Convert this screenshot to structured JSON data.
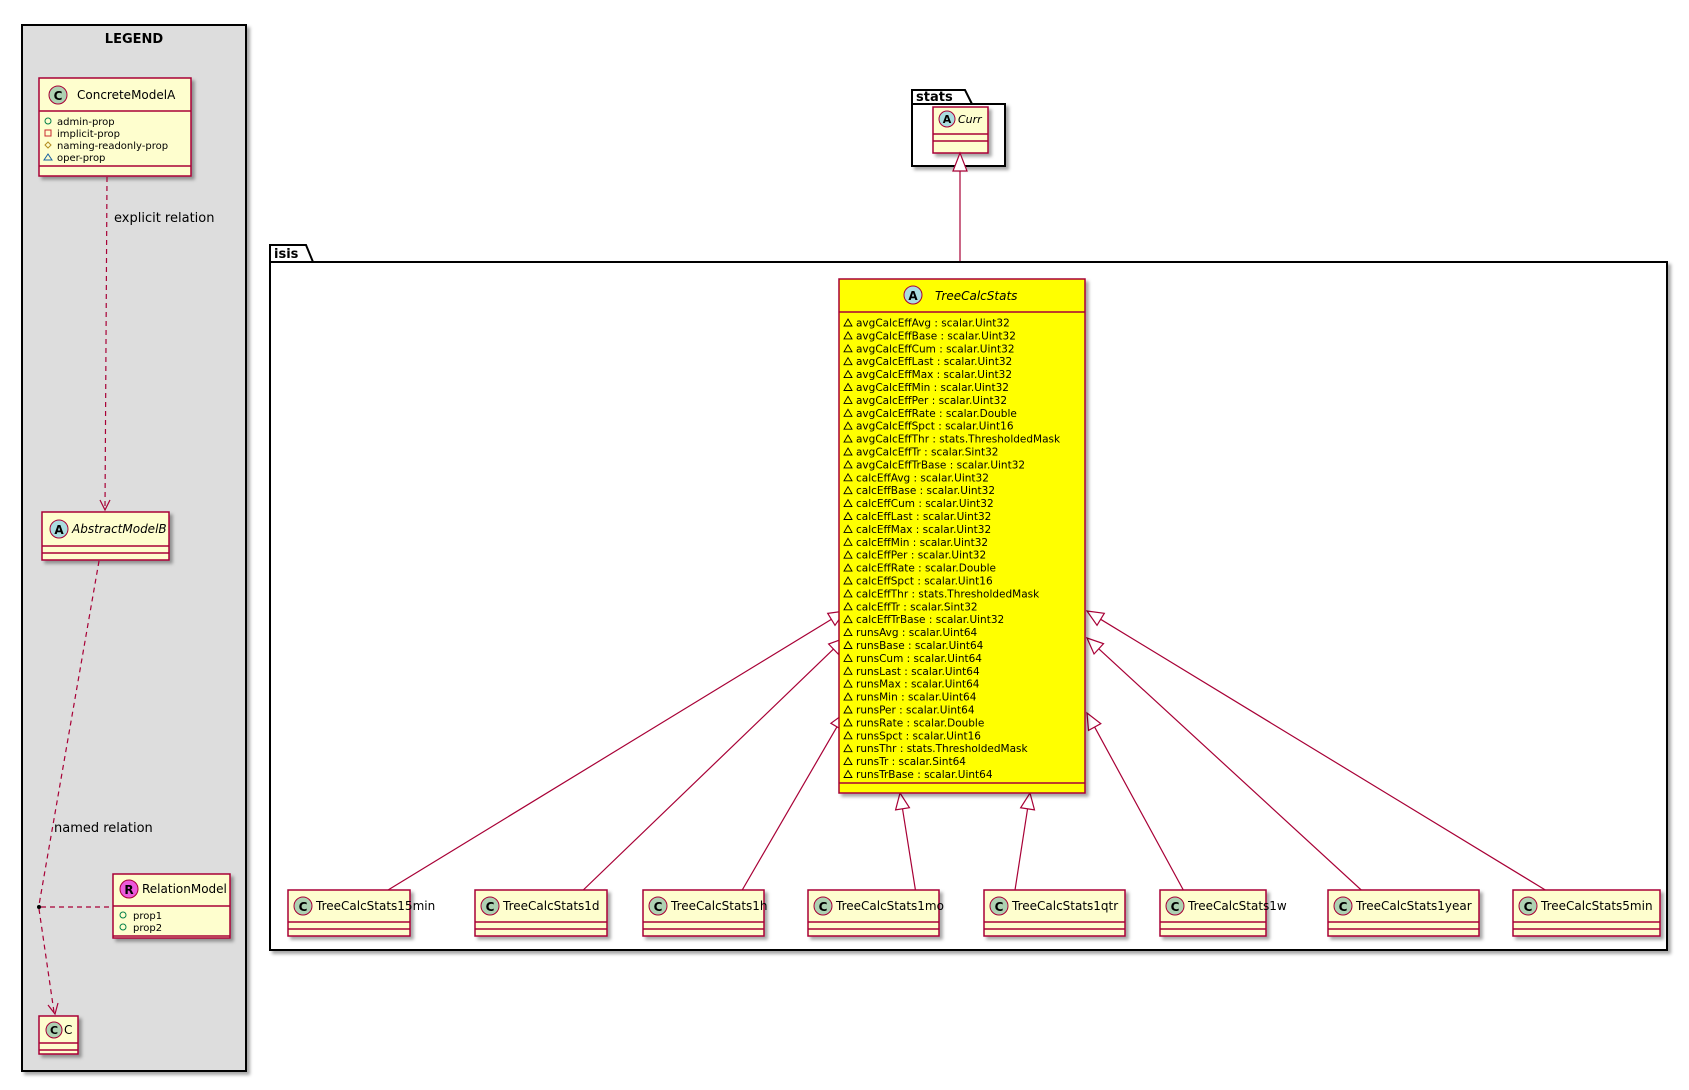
{
  "legend": {
    "title": "LEGEND",
    "concrete": {
      "stereotype": "C",
      "name": "ConcreteModelA",
      "props": [
        {
          "vis": "public",
          "text": "admin-prop"
        },
        {
          "vis": "private",
          "text": "implicit-prop"
        },
        {
          "vis": "protected",
          "text": "naming-readonly-prop"
        },
        {
          "vis": "package",
          "text": "oper-prop"
        }
      ]
    },
    "abstract": {
      "stereotype": "A",
      "name": "AbstractModelB"
    },
    "relation_model": {
      "stereotype": "R",
      "name": "RelationModel",
      "props": [
        {
          "vis": "public",
          "text": "prop1"
        },
        {
          "vis": "public",
          "text": "prop2"
        }
      ]
    },
    "target": {
      "stereotype": "C",
      "name": "C"
    },
    "explicit_label": "explicit relation",
    "named_label": "named relation"
  },
  "packages": {
    "stats": {
      "name": "stats",
      "class": {
        "stereotype": "A",
        "name": "Curr"
      }
    },
    "isis": {
      "name": "isis"
    }
  },
  "main_class": {
    "stereotype": "A",
    "name": "TreeCalcStats",
    "fill": "#ffff00",
    "fields": [
      "avgCalcEffAvg : scalar.Uint32",
      "avgCalcEffBase : scalar.Uint32",
      "avgCalcEffCum : scalar.Uint32",
      "avgCalcEffLast : scalar.Uint32",
      "avgCalcEffMax : scalar.Uint32",
      "avgCalcEffMin : scalar.Uint32",
      "avgCalcEffPer : scalar.Uint32",
      "avgCalcEffRate : scalar.Double",
      "avgCalcEffSpct : scalar.Uint16",
      "avgCalcEffThr : stats.ThresholdedMask",
      "avgCalcEffTr : scalar.Sint32",
      "avgCalcEffTrBase : scalar.Uint32",
      "calcEffAvg : scalar.Uint32",
      "calcEffBase : scalar.Uint32",
      "calcEffCum : scalar.Uint32",
      "calcEffLast : scalar.Uint32",
      "calcEffMax : scalar.Uint32",
      "calcEffMin : scalar.Uint32",
      "calcEffPer : scalar.Uint32",
      "calcEffRate : scalar.Double",
      "calcEffSpct : scalar.Uint16",
      "calcEffThr : stats.ThresholdedMask",
      "calcEffTr : scalar.Sint32",
      "calcEffTrBase : scalar.Uint32",
      "runsAvg : scalar.Uint64",
      "runsBase : scalar.Uint64",
      "runsCum : scalar.Uint64",
      "runsLast : scalar.Uint64",
      "runsMax : scalar.Uint64",
      "runsMin : scalar.Uint64",
      "runsPer : scalar.Uint64",
      "runsRate : scalar.Double",
      "runsSpct : scalar.Uint16",
      "runsThr : stats.ThresholdedMask",
      "runsTr : scalar.Sint64",
      "runsTrBase : scalar.Uint64"
    ]
  },
  "subclasses": [
    {
      "stereotype": "C",
      "name": "TreeCalcStats15min"
    },
    {
      "stereotype": "C",
      "name": "TreeCalcStats1d"
    },
    {
      "stereotype": "C",
      "name": "TreeCalcStats1h"
    },
    {
      "stereotype": "C",
      "name": "TreeCalcStats1mo"
    },
    {
      "stereotype": "C",
      "name": "TreeCalcStats1qtr"
    },
    {
      "stereotype": "C",
      "name": "TreeCalcStats1w"
    },
    {
      "stereotype": "C",
      "name": "TreeCalcStats1year"
    },
    {
      "stereotype": "C",
      "name": "TreeCalcStats5min"
    }
  ],
  "colors": {
    "class_fill": "#fefece",
    "class_border": "#a80036",
    "main_fill": "#ffff00",
    "legend_fill": "#dddddd",
    "circle_class": "#add1b2",
    "circle_abstract": "#a9dcdf",
    "circle_relation": "#eb59dc",
    "edge": "#a80036"
  }
}
